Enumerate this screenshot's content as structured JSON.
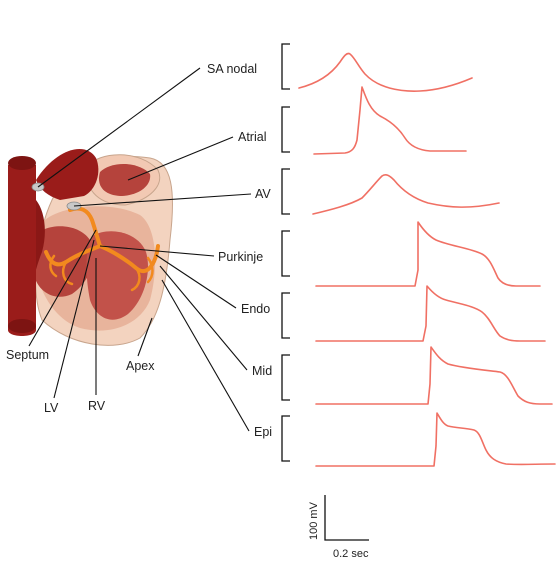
{
  "colors": {
    "trace": "#f07064",
    "vessel": "#9a1c1a",
    "vessel_dark": "#7d1412",
    "tissue": "#b5433c",
    "tissue_light": "#c96a5e",
    "pericardium": "#f3d3bf",
    "conduction": "#f28a1e",
    "node_grey": "#c8c8c8"
  },
  "labels": {
    "sa_nodal": "SA nodal",
    "atrial": "Atrial",
    "av": "AV",
    "purkinje": "Purkinje",
    "endo": "Endo",
    "mid": "Mid",
    "epi": "Epi",
    "septum": "Septum",
    "lv": "LV",
    "rv": "RV",
    "apex": "Apex"
  },
  "scale_bar": {
    "voltage": "100 mV",
    "time": "0.2 sec"
  },
  "traces": [
    {
      "id": "sa_nodal",
      "kind": "pacemaker-slow"
    },
    {
      "id": "atrial",
      "kind": "fast-triangular"
    },
    {
      "id": "av",
      "kind": "pacemaker-slow"
    },
    {
      "id": "purkinje",
      "kind": "long-plateau"
    },
    {
      "id": "endo",
      "kind": "plateau"
    },
    {
      "id": "mid",
      "kind": "long-plateau"
    },
    {
      "id": "epi",
      "kind": "notched-plateau"
    }
  ]
}
